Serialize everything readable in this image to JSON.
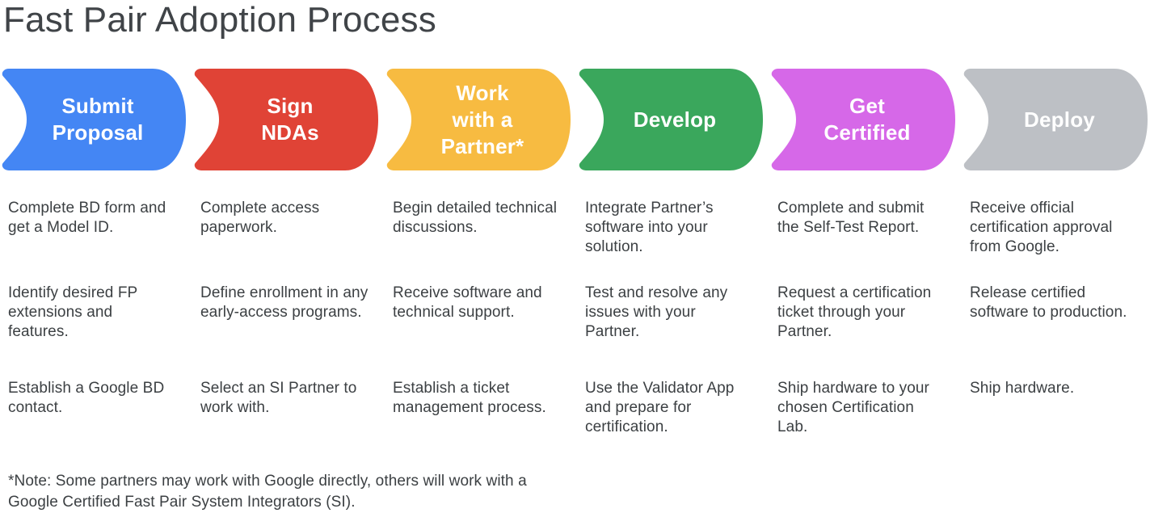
{
  "page": {
    "title": "Fast Pair Adoption Process",
    "background": "#ffffff",
    "text_color": "#3c4043"
  },
  "stages": [
    {
      "id": "submit-proposal",
      "label": "Submit\nProposal",
      "color": "#4486F4",
      "notes": [
        "Complete BD form and get a Model ID.",
        "Identify desired FP extensions and features.",
        "Establish a Google BD contact."
      ]
    },
    {
      "id": "sign-ndas",
      "label": "Sign\nNDAs",
      "color": "#E04336",
      "notes": [
        "Complete access paperwork.",
        "Define enrollment in any early-access programs.",
        "Select an SI Partner to work with."
      ]
    },
    {
      "id": "work-with-a-partner",
      "label": "Work\nwith a\nPartner*",
      "color": "#F7BB41",
      "notes": [
        "Begin detailed technical discussions.",
        "Receive software and technical support.",
        "Establish a ticket management process."
      ]
    },
    {
      "id": "develop",
      "label": "Develop",
      "color": "#3AA75C",
      "notes": [
        "Integrate Partner’s software into your solution.",
        "Test and resolve any issues with your Partner.",
        "Use the Validator App and prepare for certification."
      ]
    },
    {
      "id": "get-certified",
      "label": "Get\nCertified",
      "color": "#D668E8",
      "notes": [
        "Complete and submit the Self-Test Report.",
        "Request a certification ticket through your Partner.",
        "Ship hardware to your chosen Certification Lab."
      ]
    },
    {
      "id": "deploy",
      "label": "Deploy",
      "color": "#BDC0C5",
      "notes": [
        "Receive official certification approval from Google.",
        "Release certified software to production.",
        "Ship hardware."
      ]
    }
  ],
  "footnote": "*Note: Some partners may work with Google directly, others will work with a\nGoogle Certified Fast Pair System Integrators (SI)."
}
